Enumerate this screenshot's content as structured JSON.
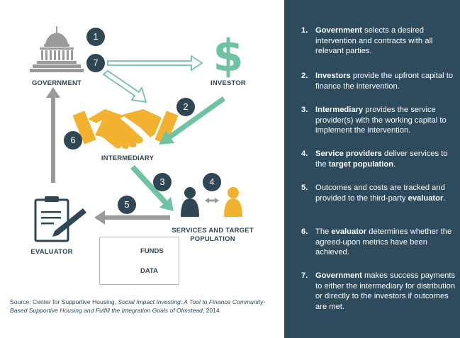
{
  "colors": {
    "dark": "#2f4654",
    "panel": "#2e4a5d",
    "accent_green": "#6fc3a1",
    "accent_yellow": "#f3b130",
    "data_gray": "#9a9a9a"
  },
  "diagram": {
    "nodes": {
      "government": "GOVERNMENT",
      "investor": "INVESTOR",
      "intermediary": "INTERMEDIARY",
      "services_line1": "SERVICES AND TARGET",
      "services_line2": "POPULATION",
      "evaluator": "EVALUATOR"
    },
    "icons": {
      "government": "capitol-dome-icon",
      "investor": "dollar-sign-icon",
      "intermediary": "handshake-icon",
      "services": "people-exchange-icon",
      "evaluator": "clipboard-pen-icon"
    },
    "badges": [
      "1",
      "2",
      "3",
      "4",
      "5",
      "6",
      "7"
    ],
    "legend": {
      "funds": "FUNDS",
      "data": "DATA"
    },
    "source": {
      "prefix": "Source: Center for Supportive Housing, ",
      "title": "Social Impact Investing: A Tool to Finance Community-Based Supportive Housing and Fulfill the Integration Goals of Olmstead",
      "suffix": ", 2014"
    }
  },
  "steps": [
    {
      "num": "1.",
      "parts": [
        {
          "b": true,
          "t": "Government"
        },
        {
          "b": false,
          "t": " selects a desired intervention and contracts with all relevant parties."
        }
      ]
    },
    {
      "num": "2.",
      "parts": [
        {
          "b": true,
          "t": "Investors"
        },
        {
          "b": false,
          "t": " provide the upfront capital to finance the intervention."
        }
      ]
    },
    {
      "num": "3.",
      "parts": [
        {
          "b": true,
          "t": "Intermediary"
        },
        {
          "b": false,
          "t": " provides the service provider(s) with the working capital to implement the intervention."
        }
      ]
    },
    {
      "num": "4.",
      "parts": [
        {
          "b": true,
          "t": "Service providers"
        },
        {
          "b": false,
          "t": " deliver services to the "
        },
        {
          "b": true,
          "t": "target population"
        },
        {
          "b": false,
          "t": "."
        }
      ]
    },
    {
      "num": "5.",
      "parts": [
        {
          "b": false,
          "t": "Outcomes and costs are tracked and provided to the third-party "
        },
        {
          "b": true,
          "t": "evaluator"
        },
        {
          "b": false,
          "t": "."
        }
      ]
    },
    {
      "num": "6.",
      "parts": [
        {
          "b": false,
          "t": "The "
        },
        {
          "b": true,
          "t": "evaluator"
        },
        {
          "b": false,
          "t": " determines whether the agreed-upon metrics have been achieved."
        }
      ]
    },
    {
      "num": "7.",
      "parts": [
        {
          "b": true,
          "t": "Government"
        },
        {
          "b": false,
          "t": " makes success payments to either the intermediary for distribution or directly to the investors if outcomes are met."
        }
      ]
    }
  ]
}
